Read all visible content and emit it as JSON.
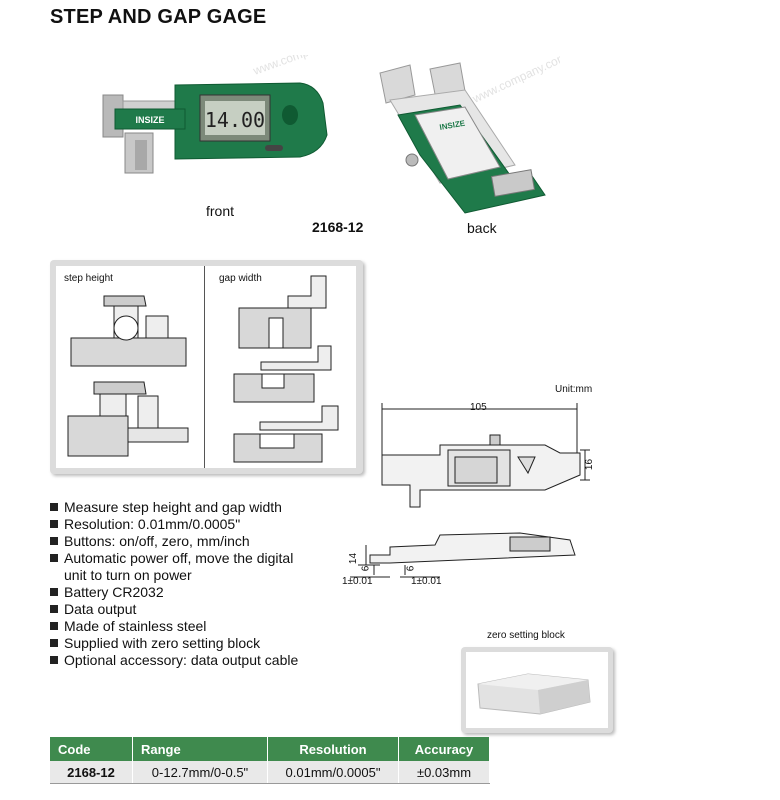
{
  "title": "STEP AND GAP GAGE",
  "photos": {
    "front_caption": "front",
    "back_caption": "back",
    "model": "2168-12",
    "brand_logo": "INSIZE",
    "display_value": "14.00",
    "watermark": "www.company.com"
  },
  "usage_diagram": {
    "step_height_label": "step height",
    "gap_width_label": "gap width"
  },
  "features": [
    "Measure step height and gap width",
    "Resolution: 0.01mm/0.0005\"",
    "Buttons: on/off, zero, mm/inch",
    "Automatic power off, move the digital",
    "unit to turn on power",
    "Battery CR2032",
    "Data output",
    "Made of stainless steel",
    "Supplied with zero setting block",
    "Optional accessory: data output cable"
  ],
  "drawing": {
    "unit": "Unit:mm",
    "length": "105",
    "height": "16",
    "step_height": "14",
    "jaw_a": "6",
    "jaw_b": "6",
    "tol_a": "1±0.01",
    "tol_b": "1±0.01"
  },
  "zero_block": {
    "label": "zero setting block"
  },
  "spec_table": {
    "headers": [
      "Code",
      "Range",
      "Resolution",
      "Accuracy"
    ],
    "rows": [
      [
        "2168-12",
        "0-12.7mm/0-0.5\"",
        "0.01mm/0.0005\"",
        "±0.03mm"
      ]
    ]
  },
  "colors": {
    "brand_green": "#1f7a4a",
    "header_green": "#3f8a4e"
  }
}
